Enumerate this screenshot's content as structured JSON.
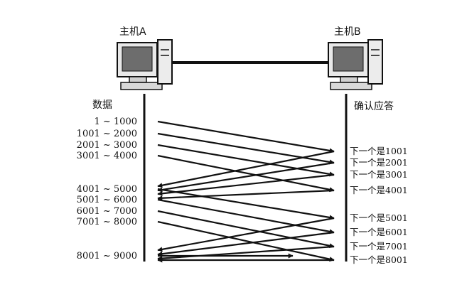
{
  "host_a": {
    "label": "主机A"
  },
  "host_b": {
    "label": "主机B"
  },
  "left_header": "数据",
  "right_header": "确认应答",
  "data_segments": [
    {
      "label": "1 ~ 1000"
    },
    {
      "label": "1001 ~ 2000"
    },
    {
      "label": "2001 ~ 3000"
    },
    {
      "label": "3001 ~ 4000"
    },
    {
      "label": "4001 ~ 5000"
    },
    {
      "label": "5001 ~ 6000"
    },
    {
      "label": "6001 ~ 7000"
    },
    {
      "label": "7001 ~ 8000"
    },
    {
      "label": "8001 ~ 9000"
    }
  ],
  "acks": [
    {
      "label": "下一个是1001"
    },
    {
      "label": "下一个是2001"
    },
    {
      "label": "下一个是3001"
    },
    {
      "label": "下一个是4001"
    },
    {
      "label": "下一个是5001"
    },
    {
      "label": "下一个是6001"
    },
    {
      "label": "下一个是7001"
    },
    {
      "label": "下一个是8001"
    }
  ]
}
